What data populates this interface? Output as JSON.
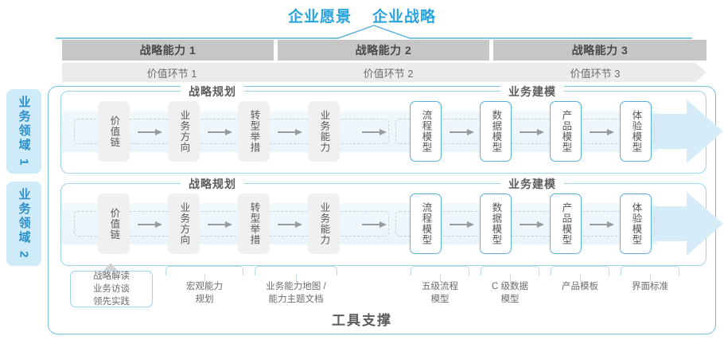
{
  "top_titles": [
    "企业愿景",
    "企业战略"
  ],
  "capabilities": [
    "战略能力 1",
    "战略能力 2",
    "战略能力 3"
  ],
  "value_links": [
    "价值环节 1",
    "价值环节 2",
    "价值环节 3"
  ],
  "domains": [
    "业务领域 1",
    "业务领域 2"
  ],
  "sections": {
    "left": "战略规划",
    "right": "业务建模"
  },
  "nodes": {
    "planning": [
      "价值链",
      "业务方向",
      "转型举措",
      "业务能力"
    ],
    "modeling": [
      "流程模型",
      "数据模型",
      "产品模型",
      "体验模型"
    ]
  },
  "tool_box": "战略解读\n业务访谈\n领先实践",
  "tool_box_lines": [
    "战略解读",
    "业务访谈",
    "领先实践"
  ],
  "tool_labels": [
    "宏观能力\n规划",
    "业务能力地图 /\n能力主题文档",
    "五级流程\n模型",
    "C 级数据\n模型",
    "产品模板",
    "界面标准"
  ],
  "tools_title": "工具支撑",
  "colors": {
    "accent_blue": "#29a3dd",
    "border_blue": "#74bfe2",
    "node_blue_border": "#56b0de",
    "domain_tab_bg": "#cfeaf8",
    "cap_bar_bg": "#c6c6c6",
    "value_bar_bg": "#ebebeb",
    "node_gray_bg": "#f0f0f0",
    "big_arrow": "#d6ecf8",
    "text_gray": "#5c5c5c"
  }
}
